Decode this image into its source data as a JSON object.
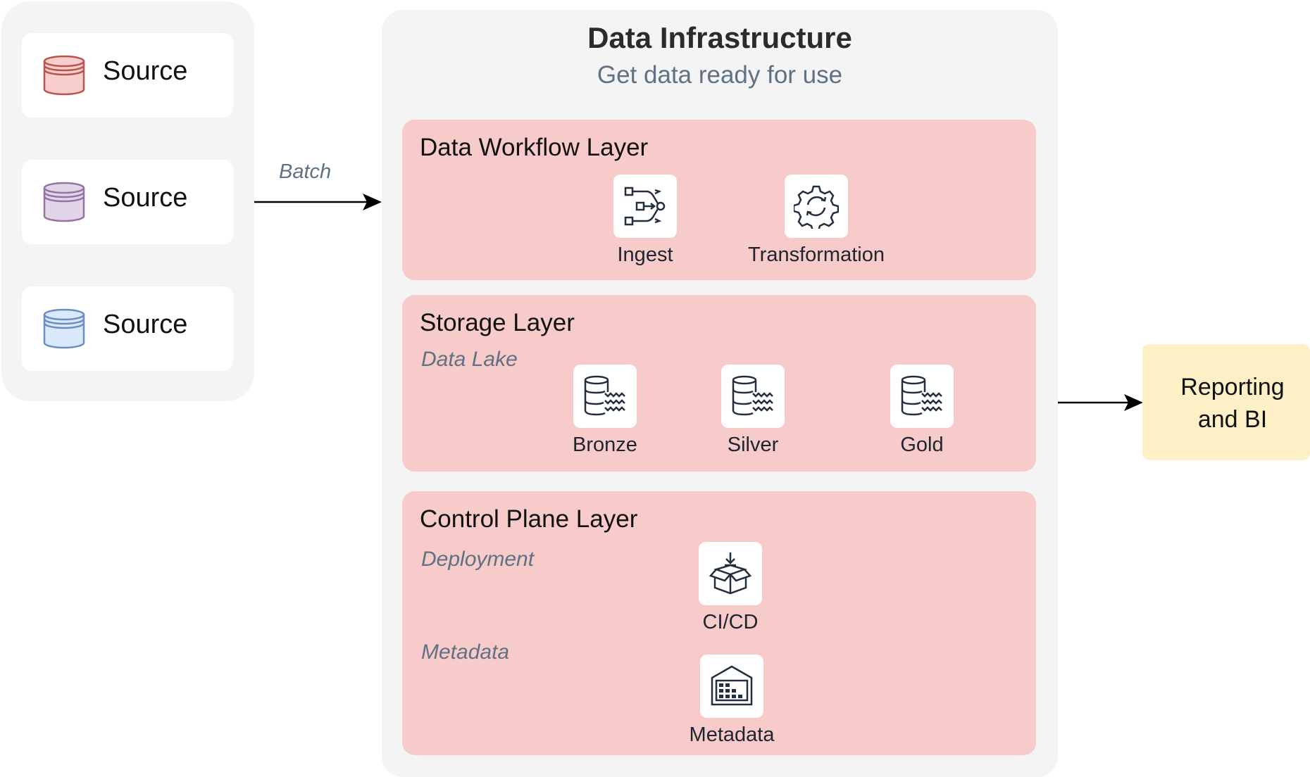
{
  "sources": [
    {
      "label": "Source",
      "fill": "#f8cecc",
      "stroke": "#b85450"
    },
    {
      "label": "Source",
      "fill": "#e1d5e7",
      "stroke": "#9673a6"
    },
    {
      "label": "Source",
      "fill": "#dae8fc",
      "stroke": "#6c8ebf"
    }
  ],
  "batch_label": "Batch",
  "infrastructure": {
    "title": "Data Infrastructure",
    "subtitle": "Get data ready for use"
  },
  "layers": {
    "workflow": {
      "title": "Data Workflow Layer",
      "items": [
        {
          "label": "Ingest",
          "icon": "workflow-ingest-icon"
        },
        {
          "label": "Transformation",
          "icon": "gear-refresh-icon"
        }
      ]
    },
    "storage": {
      "title": "Storage Layer",
      "sub_label": "Data Lake",
      "items": [
        {
          "label": "Bronze",
          "icon": "data-lake-icon"
        },
        {
          "label": "Silver",
          "icon": "data-lake-icon"
        },
        {
          "label": "Gold",
          "icon": "data-lake-icon"
        }
      ]
    },
    "control": {
      "title": "Control Plane Layer",
      "deployment_label": "Deployment",
      "metadata_label": "Metadata",
      "items": [
        {
          "label": "CI/CD",
          "icon": "package-deploy-icon"
        },
        {
          "label": "Metadata",
          "icon": "warehouse-catalog-icon"
        }
      ]
    }
  },
  "reporting": {
    "line1": "Reporting",
    "line2": "and BI"
  },
  "colors": {
    "panel": "#f4f4f4",
    "layer": "#f6cbc9",
    "reporting": "#fdefc6",
    "muted_text": "#5f7183",
    "icon_stroke": "#232f3e"
  }
}
